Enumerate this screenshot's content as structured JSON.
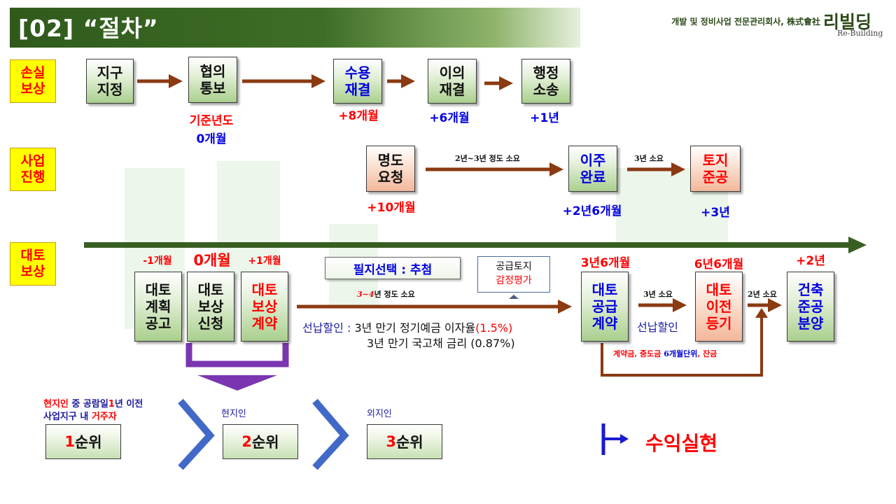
{
  "header": {
    "title": "[02] “절차”",
    "company": "개발 및 정비사업 전문관리회사, 株式會社",
    "brand": "리빌딩",
    "brand_en": "Re-Building"
  },
  "rows": {
    "loss": {
      "label_1": "손실",
      "label_2": "보상"
    },
    "project": {
      "label_1": "사업",
      "label_2": "진행"
    },
    "land": {
      "label_1": "대토",
      "label_2": "보상"
    }
  },
  "loss_steps": [
    {
      "line1": "지구",
      "line2": "지정"
    },
    {
      "line1": "협의",
      "line2": "통보",
      "note1": "기준년도",
      "note2": "0개월"
    },
    {
      "line1": "수용",
      "line2": "재결",
      "note1": "+8개월"
    },
    {
      "line1": "이의",
      "line2": "재결",
      "note1": "+6개월"
    },
    {
      "line1": "행정",
      "line2": "소송",
      "note1": "+1년"
    }
  ],
  "project_steps": [
    {
      "line1": "명도",
      "line2": "요청",
      "note1": "+10개월"
    },
    {
      "line1": "이주",
      "line2": "완료",
      "note1": "+2년6개월"
    },
    {
      "line1": "토지",
      "line2": "준공",
      "note1": "+3년"
    }
  ],
  "project_arrows": {
    "a1": "2년~3년 정도 소요",
    "a2": "3년 소요"
  },
  "land_steps": [
    {
      "line1": "대토",
      "line2": "계획",
      "line3": "공고",
      "note1": "-1개월"
    },
    {
      "line1": "대토",
      "line2": "보상",
      "line3": "신청",
      "note1": "0개월"
    },
    {
      "line1": "대토",
      "line2": "보상",
      "line3": "계약",
      "note1": "+1개월"
    },
    {
      "line1": "대토",
      "line2": "공급",
      "line3": "계약",
      "note1": "3년6개월"
    },
    {
      "line1": "대토",
      "line2": "이전",
      "line3": "등기",
      "note1": "6년6개월"
    },
    {
      "line1": "건축",
      "line2": "준공",
      "line3": "분양",
      "note1": "+2년"
    }
  ],
  "land_misc": {
    "lot_select": "필지선택 : 추첨",
    "supply_1": "공급토지",
    "supply_2": "감정평가",
    "dur_34_a": "3~4",
    "dur_34_b": "년 정도 소요",
    "prepay_label": "선납할인 :",
    "prepay_1a": "3년 만기 정기예금 이자율",
    "prepay_1b": "(1.5%)",
    "prepay_2": "3년 만기 국고채 금리 (0.87%)",
    "dur_3y": "3년 소요",
    "dur_2y": "2년 소요",
    "prepay_short": "선납할인",
    "pay_a": "계약금, 중도금 ",
    "pay_b": "6개월단위",
    "pay_c": ", 잔금"
  },
  "priority": {
    "r1_red1": "현지인",
    "r1_blue1": " 중 공람일",
    "r1_red2": "1",
    "r1_blue2": "년 이전",
    "r1_blue3": "사업지구 내 ",
    "r1_red3": "거주자",
    "r2_note": "현지인",
    "r3_note": "외지인",
    "ranks": [
      {
        "num": "1",
        "text": "순위"
      },
      {
        "num": "2",
        "text": "순위"
      },
      {
        "num": "3",
        "text": "순위"
      }
    ]
  },
  "profit": "수익실현",
  "colors": {
    "accent_red": "#ff0000",
    "accent_blue": "#0000e0",
    "arrow_brown": "#8b3a12",
    "timeline_green": "#385e22"
  }
}
